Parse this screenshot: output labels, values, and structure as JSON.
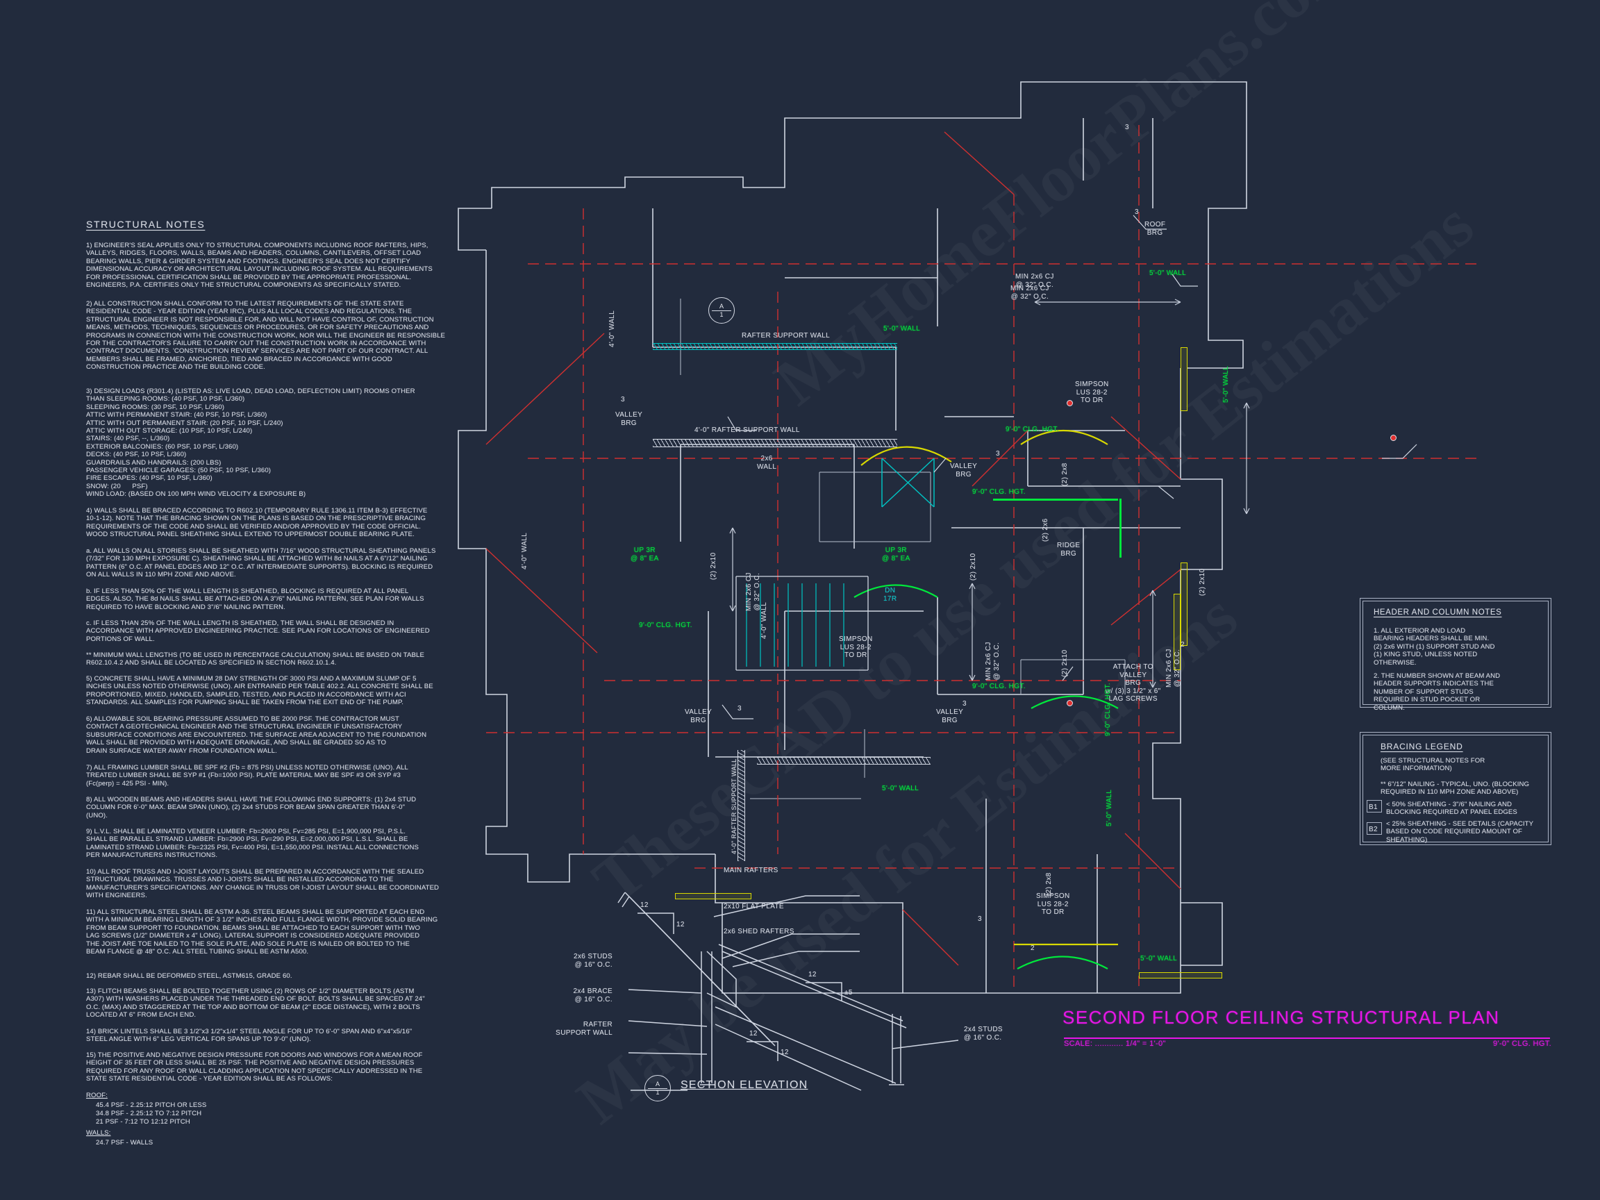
{
  "sheet": {
    "background_color": "#222b3d",
    "title": "SECOND FLOOR CEILING STRUCTURAL PLAN",
    "scale_label": "SCALE: ............ 1/4\" = 1'-0\"",
    "ceiling_note": "9'-0\" CLG. HGT.",
    "title_color": "#e816e8"
  },
  "watermarks": [
    "MyHomeFloorPlans.com",
    "TheseCAD to use used for Estimations",
    "May be used for Estimations"
  ],
  "structural_notes": {
    "heading": "STRUCTURAL NOTES",
    "paragraphs": [
      "1) ENGINEER'S SEAL APPLIES ONLY TO STRUCTURAL COMPONENTS INCLUDING ROOF RAFTERS, HIPS,\nVALLEYS, RIDGES, FLOORS, WALLS, BEAMS AND HEADERS, COLUMNS, CANTILEVERS, OFFSET LOAD\nBEARING WALLS, PIER & GIRDER SYSTEM AND FOOTINGS. ENGINEER'S SEAL DOES NOT CERTIFY\nDIMENSIONAL ACCURACY OR ARCHITECTURAL LAYOUT INCLUDING ROOF SYSTEM. ALL REQUIREMENTS\nFOR PROFESSIONAL CERTIFICATION SHALL BE PROVIDED BY THE APPROPRIATE PROFESSIONAL.\nENGINEERS, P.A. CERTIFIES ONLY THE STRUCTURAL COMPONENTS AS SPECIFICALLY STATED.",
      "2) ALL CONSTRUCTION SHALL CONFORM TO THE LATEST REQUIREMENTS OF THE STATE STATE\nRESIDENTIAL CODE - YEAR EDITION (YEAR IRC), PLUS ALL LOCAL CODES AND REGULATIONS. THE\nSTRUCTURAL ENGINEER IS NOT RESPONSIBLE FOR, AND WILL NOT HAVE CONTROL OF, CONSTRUCTION\nMEANS, METHODS, TECHNIQUES, SEQUENCES OR PROCEDURES, OR FOR SAFETY PRECAUTIONS AND\nPROGRAMS IN CONNECTION WITH THE CONSTRUCTION WORK, NOR WILL THE ENGINEER BE RESPONSIBLE\nFOR THE CONTRACTOR'S FAILURE TO CARRY OUT THE CONSTRUCTION WORK IN ACCORDANCE WITH\nCONTRACT DOCUMENTS. 'CONSTRUCTION REVIEW' SERVICES ARE NOT PART OF OUR CONTRACT. ALL\nMEMBERS SHALL BE FRAMED, ANCHORED, TIED AND BRACED IN ACCORDANCE WITH GOOD\nCONSTRUCTION PRACTICE AND THE BUILDING CODE.",
      "3) DESIGN LOADS (R301.4) (LISTED AS: LIVE LOAD, DEAD LOAD, DEFLECTION LIMIT) ROOMS OTHER\nTHAN SLEEPING ROOMS: (40 PSF, 10 PSF, L/360)\nSLEEPING ROOMS: (30 PSF, 10 PSF, L/360)\nATTIC WITH PERMANENT STAIR: (40 PSF, 10 PSF, L/360)\nATTIC WITH OUT PERMANENT STAIR: (20 PSF, 10 PSF, L/240)\nATTIC WITH OUT STORAGE: (10 PSF, 10 PSF, L/240)\nSTAIRS: (40 PSF, --, L/360)\nEXTERIOR BALCONIES: (60 PSF, 10 PSF, L/360)\nDECKS: (40 PSF, 10 PSF, L/360)\nGUARDRAILS AND HANDRAILS: (200 LBS)\nPASSENGER VEHICLE GARAGES: (50 PSF, 10 PSF, L/360)\nFIRE ESCAPES: (40 PSF, 10 PSF, L/360)\nSNOW: (20      PSF)\nWIND LOAD: (BASED ON 100 MPH WIND VELOCITY & EXPOSURE B)",
      "4) WALLS SHALL BE BRACED ACCORDING TO R602.10 (TEMPORARY RULE 1306.11 ITEM B-3) EFFECTIVE\n10-1-12). NOTE THAT THE BRACING SHOWN ON THE PLANS IS BASED ON THE PRESCRIPTIVE BRACING\nREQUIREMENTS OF THE CODE AND SHALL BE VERIFIED AND/OR APPROVED BY THE CODE OFFICIAL.\nWOOD STRUCTURAL PANEL SHEATHING SHALL EXTEND TO UPPERMOST DOUBLE BEARING PLATE.",
      "a. ALL WALLS ON ALL STORIES SHALL BE SHEATHED WITH 7/16\" WOOD STRUCTURAL SHEATHING PANELS\n(7/32\" FOR 130 MPH EXPOSURE C). SHEATHING SHALL BE ATTACHED WITH 8d NAILS AT A 6\"/12\" NAILING\nPATTERN (6\" O.C. AT PANEL EDGES AND 12\" O.C. AT INTERMEDIATE SUPPORTS). BLOCKING IS REQUIRED\nON ALL WALLS IN 110 MPH ZONE AND ABOVE.",
      "b. IF LESS THAN 50% OF THE WALL LENGTH IS SHEATHED, BLOCKING IS REQUIRED AT ALL PANEL\nEDGES. ALSO, THE 8d NAILS SHALL BE ATTACHED ON A 3\"/6\" NAILING PATTERN, SEE PLAN FOR WALLS\nREQUIRED TO HAVE BLOCKING AND 3\"/6\" NAILING PATTERN.",
      "c. IF LESS THAN 25% OF THE WALL LENGTH IS SHEATHED, THE WALL SHALL BE DESIGNED IN\nACCORDANCE WITH APPROVED ENGINEERING PRACTICE. SEE PLAN FOR LOCATIONS OF ENGINEERED\nPORTIONS OF WALL.",
      "** MINIMUM WALL LENGTHS (TO BE USED IN PERCENTAGE CALCULATION) SHALL BE BASED ON TABLE\nR602.10.4.2 AND SHALL BE LOCATED AS SPECIFIED IN SECTION R602.10.1.4.",
      "5) CONCRETE SHALL HAVE A MINIMUM 28 DAY STRENGTH OF 3000 PSI AND A MAXIMUM SLUMP OF 5\nINCHES UNLESS NOTED OTHERWISE (UNO). AIR ENTRAINED PER TABLE 402.2. ALL CONCRETE SHALL BE\nPROPORTIONED, MIXED, HANDLED, SAMPLED, TESTED, AND PLACED IN ACCORDANCE WITH ACI\nSTANDARDS. ALL SAMPLES FOR PUMPING SHALL BE TAKEN FROM THE EXIT END OF THE PUMP.",
      "6) ALLOWABLE SOIL BEARING PRESSURE ASSUMED TO BE 2000 PSF. THE CONTRACTOR MUST\nCONTACT A GEOTECHNICAL ENGINEER AND THE STRUCTURAL ENGINEER IF UNSATISFACTORY\nSUBSURFACE CONDITIONS ARE ENCOUNTERED. THE SURFACE AREA ADJACENT TO THE FOUNDATION\nWALL SHALL BE PROVIDED WITH ADEQUATE DRAINAGE, AND SHALL BE GRADED SO AS TO\nDRAIN SURFACE WATER AWAY FROM FOUNDATION WALL.",
      "7) ALL FRAMING LUMBER SHALL BE SPF #2 (Fb = 875 PSI) UNLESS NOTED OTHERWISE (UNO). ALL\nTREATED LUMBER SHALL BE SYP #1 (Fb=1000 PSI). PLATE MATERIAL MAY BE SPF #3 OR SYP #3\n(Fc(perp) = 425 PSI - MIN).",
      "8) ALL WOODEN BEAMS AND HEADERS SHALL HAVE THE FOLLOWING END SUPPORTS: (1) 2x4 STUD\nCOLUMN FOR 6'-0\" MAX. BEAM SPAN (UNO), (2) 2x4 STUDS FOR BEAM SPAN GREATER THAN 6'-0\"\n(UNO).",
      "9) L.V.L. SHALL BE LAMINATED VENEER LUMBER: Fb=2600 PSI, Fv=285 PSI, E=1,900,000 PSI, P.S.L.\nSHALL BE PARALLEL STRAND LUMBER: Fb=2900 PSI, Fv=290 PSI, E=2,000,000 PSI, L.S.L. SHALL BE\nLAMINATED STRAND LUMBER: Fb=2325 PSI, Fv=400 PSI, E=1,550,000 PSI. INSTALL ALL CONNECTIONS\nPER MANUFACTURERS INSTRUCTIONS.",
      "10) ALL ROOF TRUSS AND I-JOIST LAYOUTS SHALL BE PREPARED IN ACCORDANCE WITH THE SEALED\nSTRUCTURAL DRAWINGS. TRUSSES AND I-JOISTS SHALL BE INSTALLED ACCORDING TO THE\nMANUFACTURER'S SPECIFICATIONS. ANY CHANGE IN TRUSS OR I-JOIST LAYOUT SHALL BE COORDINATED\nWITH ENGINEERS.",
      "11) ALL STRUCTURAL STEEL SHALL BE ASTM A-36. STEEL BEAMS SHALL BE SUPPORTED AT EACH END\nWITH A MINIMUM BEARING LENGTH OF 3 1/2\" INCHES AND FULL FLANGE WIDTH, PROVIDE SOLID BEARING\nFROM BEAM SUPPORT TO FOUNDATION. BEAMS SHALL BE ATTACHED TO EACH SUPPORT WITH TWO\nLAG SCREWS (1/2\" DIAMETER x 4\" LONG). LATERAL SUPPORT IS CONSIDERED ADEQUATE PROVIDED\nTHE JOIST ARE TOE NAILED TO THE SOLE PLATE, AND SOLE PLATE IS NAILED OR BOLTED TO THE\nBEAM FLANGE @ 48\" O.C. ALL STEEL TUBING SHALL BE ASTM A500.",
      "12) REBAR SHALL BE DEFORMED STEEL, ASTM615, GRADE 60.",
      "13) FLITCH BEAMS SHALL BE BOLTED TOGETHER USING (2) ROWS OF 1/2\" DIAMETER BOLTS (ASTM\nA307) WITH WASHERS PLACED UNDER THE THREADED END OF BOLT. BOLTS SHALL BE SPACED AT 24\"\nO.C. (MAX) AND STAGGERED AT THE TOP AND BOTTOM OF BEAM (2\" EDGE DISTANCE), WITH 2 BOLTS\nLOCATED AT 6\" FROM EACH END.",
      "14) BRICK LINTELS SHALL BE 3 1/2\"x3 1/2\"x1/4\" STEEL ANGLE FOR UP TO 6'-0\" SPAN AND 6\"x4\"x5/16\"\nSTEEL ANGLE WITH 6\" LEG VERTICAL FOR SPANS UP TO 9'-0\" (UNO).",
      "15) THE POSITIVE AND NEGATIVE DESIGN PRESSURE FOR DOORS AND WINDOWS FOR A MEAN ROOF\nHEIGHT OF 35 FEET OR LESS SHALL BE 25 PSF. THE POSITIVE AND NEGATIVE DESIGN PRESSURES\nREQUIRED FOR ANY ROOF OR WALL CLADDING APPLICATION NOT SPECIFICALLY ADDRESSED IN THE\nSTATE STATE RESIDENTIAL CODE - YEAR EDITION SHALL BE AS FOLLOWS:"
    ],
    "roof_heading": "ROOF:",
    "roof_items": [
      "45.4 PSF - 2.25:12 PITCH OR LESS",
      "34.8 PSF - 2.25:12 TO 7:12 PITCH",
      "21 PSF - 7:12 TO 12:12 PITCH"
    ],
    "walls_heading": "WALLS:",
    "walls_items": [
      "24.7 PSF - WALLS"
    ]
  },
  "header_column_notes": {
    "heading": "HEADER AND COLUMN NOTES",
    "items": [
      "1. ALL EXTERIOR AND LOAD\nBEARING HEADERS SHALL BE MIN.\n(2) 2x6 WITH (1) SUPPORT STUD AND\n(1) KING STUD, UNLESS NOTED\nOTHERWISE.",
      "2. THE NUMBER SHOWN AT BEAM AND\nHEADER SUPPORTS INDICATES THE\nNUMBER OF SUPPORT STUDS\nREQUIRED IN STUD POCKET OR\nCOLUMN."
    ]
  },
  "bracing_legend": {
    "heading": "BRACING LEGEND",
    "subheading": "(SEE STRUCTURAL NOTES FOR\nMORE INFORMATION)",
    "note": "** 6\"/12\" NAILING - TYPICAL, UNO. (BLOCKING\nREQUIRED IN 110 MPH ZONE AND ABOVE)",
    "entries": [
      {
        "tag": "B1",
        "text": "< 50% SHEATHING - 3\"/6\" NAILING AND\nBLOCKING REQUIRED AT PANEL EDGES"
      },
      {
        "tag": "B2",
        "text": "< 25% SHEATHING - SEE DETAILS (CAPACITY\nBASED ON CODE REQUIRED AMOUNT OF\nSHEATHING)"
      }
    ]
  },
  "section_elevation": {
    "label": "SECTION ELEVATION",
    "bubble_top": "A",
    "bubble_bottom": "1",
    "callouts": [
      "MAIN RAFTERS",
      "2x10 FLAT PLATE",
      "2x6 SHED RAFTERS",
      "2x6 STUDS\n@ 16\" O.C.",
      "2x4 BRACE\n@ 16\" O.C.",
      "RAFTER\nSUPPORT WALL",
      "2x4 STUDS\n@ 16\" O.C."
    ],
    "pitch_marks": [
      "12",
      "12",
      "12",
      "±5",
      "12",
      "12"
    ]
  },
  "plan_labels": {
    "white": [
      "ROOF\nBRG",
      "MIN 2x6 CJ\n@ 32\" O.C.",
      "RAFTER SUPPORT WALL",
      "4'-0\" RAFTER SUPPORT WALL",
      "2x6\nWALL",
      "VALLEY\nBRG",
      "VALLEY\nBRG",
      "VALLEY\nBRG",
      "VALLEY\nBRG",
      "RIDGE\nBRG",
      "SIMPSON\nLUS 28-2\nTO DR",
      "SIMPSON\nLUS 28-2\nTO DR",
      "SIMPSON\nLUS 28-2\nTO DR",
      "ATTACH TO\nVALLEY\nBRG\nw/ (3) 3 1/2\" x 6\"\nLAG SCREWS",
      "MIN 2x6 CJ\n@ 32\" O.C.",
      "MIN 2x6 CJ\n@ 32\" O.C.",
      "MIN 2x6 CJ\n@ 32\" O.C.",
      "MIN 2x6 CJ\n@ 32\" O.C.",
      "(2) 2x8",
      "(2) 2x10",
      "(2) 2x10",
      "(2) 2x10",
      "(2) 2x8",
      "(2) 2x6",
      "(2) 2x10",
      "4'-0\" WALL",
      "4'-0\" WALL",
      "4'-0\" WALL",
      "4'-0\" RAFTER SUPPORT WALL",
      "DN\n17R",
      "UP 3R"
    ],
    "green": [
      "5'-0\" WALL",
      "5'-0\" WALL",
      "5'-0\" WALL",
      "5'-0\" WALL",
      "5'-0\" WALL",
      "5'-0\" WALL",
      "9'-0\" CLG. HGT.",
      "9'-0\" CLG. HGT.",
      "9'-0\" CLG. HGT.",
      "9'-0\" CLG. HGT.",
      "9'-0\" CLG. HGT.",
      "UP 3R\n@ 8\" EA",
      "UP 3R\n@ 8\" EA"
    ],
    "support_counts": [
      "3",
      "3",
      "3",
      "3",
      "3",
      "3",
      "2",
      "2",
      "3"
    ]
  },
  "colors": {
    "background": "#222b3d",
    "linework": "#d0d6e2",
    "red_centerline": "#d03030",
    "cyan": "#00c2c2",
    "green": "#00e83c",
    "yellow": "#d9d900",
    "magenta": "#e816e8"
  }
}
